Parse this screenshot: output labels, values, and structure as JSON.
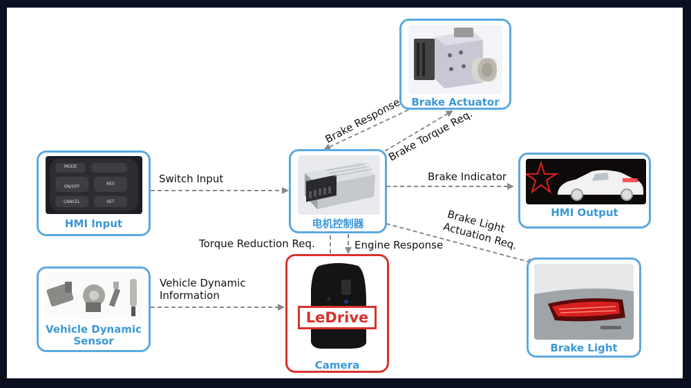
{
  "nodes": {
    "brake_actuator": {
      "label": "Brake Actuator"
    },
    "ecu": {
      "label": "电机控制器"
    },
    "hmi_input": {
      "label": "HMI Input",
      "buttons": [
        "MODE",
        "ON/OFF",
        "RES",
        "CANCEL",
        "SET"
      ]
    },
    "hmi_output": {
      "label": "HMI Output"
    },
    "vehicle_sensor": {
      "label_line1": "Vehicle Dynamic",
      "label_line2": "Sensor"
    },
    "camera": {
      "label": "Camera",
      "brand": "LeDrive"
    },
    "brake_light": {
      "label": "Brake Light"
    }
  },
  "edges": {
    "switch_input": "Switch Input",
    "brake_response": "Brake Response",
    "brake_torque_req": "Brake Torque Req.",
    "brake_indicator": "Brake Indicator",
    "brake_light_actuation_line1": "Brake Light",
    "brake_light_actuation_line2": "Actuation Req.",
    "torque_reduction_req": "Torque Reduction Req.",
    "engine_response": "Engine Response",
    "vehicle_dynamic_info_line1": "Vehicle Dynamic",
    "vehicle_dynamic_info_line2": "Information"
  },
  "colors": {
    "node_border": "#5aa8e0",
    "camera_border": "#d8312c",
    "label_blue": "#3b98d6",
    "arrow_gray": "#888888"
  }
}
